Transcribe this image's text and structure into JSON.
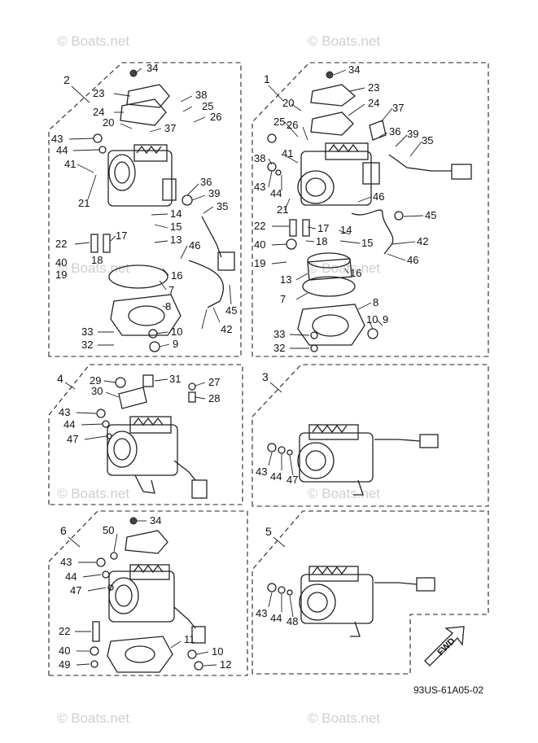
{
  "watermark": {
    "text": "© Boats.net"
  },
  "drawing_code": "93US-61A05-02",
  "fwd_label": "FWD",
  "panels": [
    {
      "id": "2",
      "label": "2",
      "callouts": [
        "34",
        "23",
        "24",
        "38",
        "25",
        "26",
        "20",
        "37",
        "43",
        "44",
        "41",
        "21",
        "36",
        "39",
        "35",
        "14",
        "15",
        "13",
        "46",
        "22",
        "17",
        "18",
        "40",
        "19",
        "16",
        "7",
        "8",
        "45",
        "42",
        "33",
        "10",
        "32",
        "9"
      ]
    },
    {
      "id": "1",
      "label": "1",
      "callouts": [
        "34",
        "23",
        "24",
        "37",
        "20",
        "25",
        "26",
        "36",
        "39",
        "35",
        "41",
        "38",
        "43",
        "44",
        "21",
        "46",
        "45",
        "22",
        "17",
        "14",
        "40",
        "18",
        "15",
        "42",
        "19",
        "46",
        "16",
        "13",
        "7",
        "8",
        "33",
        "10",
        "9",
        "32"
      ]
    },
    {
      "id": "4",
      "label": "4",
      "callouts": [
        "29",
        "31",
        "27",
        "30",
        "28",
        "43",
        "44",
        "47"
      ]
    },
    {
      "id": "3",
      "label": "3",
      "callouts": [
        "43",
        "44",
        "47"
      ]
    },
    {
      "id": "6",
      "label": "6",
      "callouts": [
        "34",
        "50",
        "43",
        "44",
        "47",
        "22",
        "40",
        "49",
        "11",
        "10",
        "12"
      ]
    },
    {
      "id": "5",
      "label": "5",
      "callouts": [
        "43",
        "44",
        "48"
      ]
    }
  ]
}
